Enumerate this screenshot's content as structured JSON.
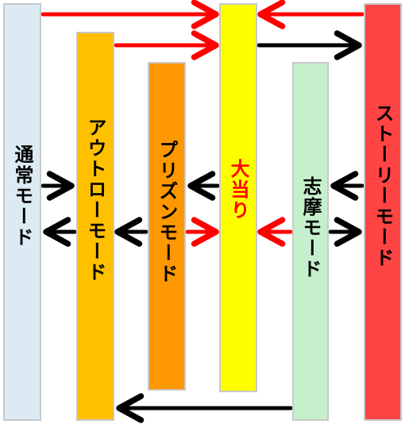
{
  "modes": {
    "normal": "通常モード",
    "out": "アウトローモード",
    "prism": "プリズンモード",
    "jackpot": "大当り",
    "shima": "志摩モード",
    "story": "ストーリーモード"
  },
  "colors": {
    "transition_red": "#ff0000",
    "transition_black": "#000000",
    "normal": "#dcebf3",
    "out": "#ffc000",
    "prism": "#ff9800",
    "jackpot": "#ffff00",
    "shima": "#c6efce",
    "story": "#ff4444"
  }
}
